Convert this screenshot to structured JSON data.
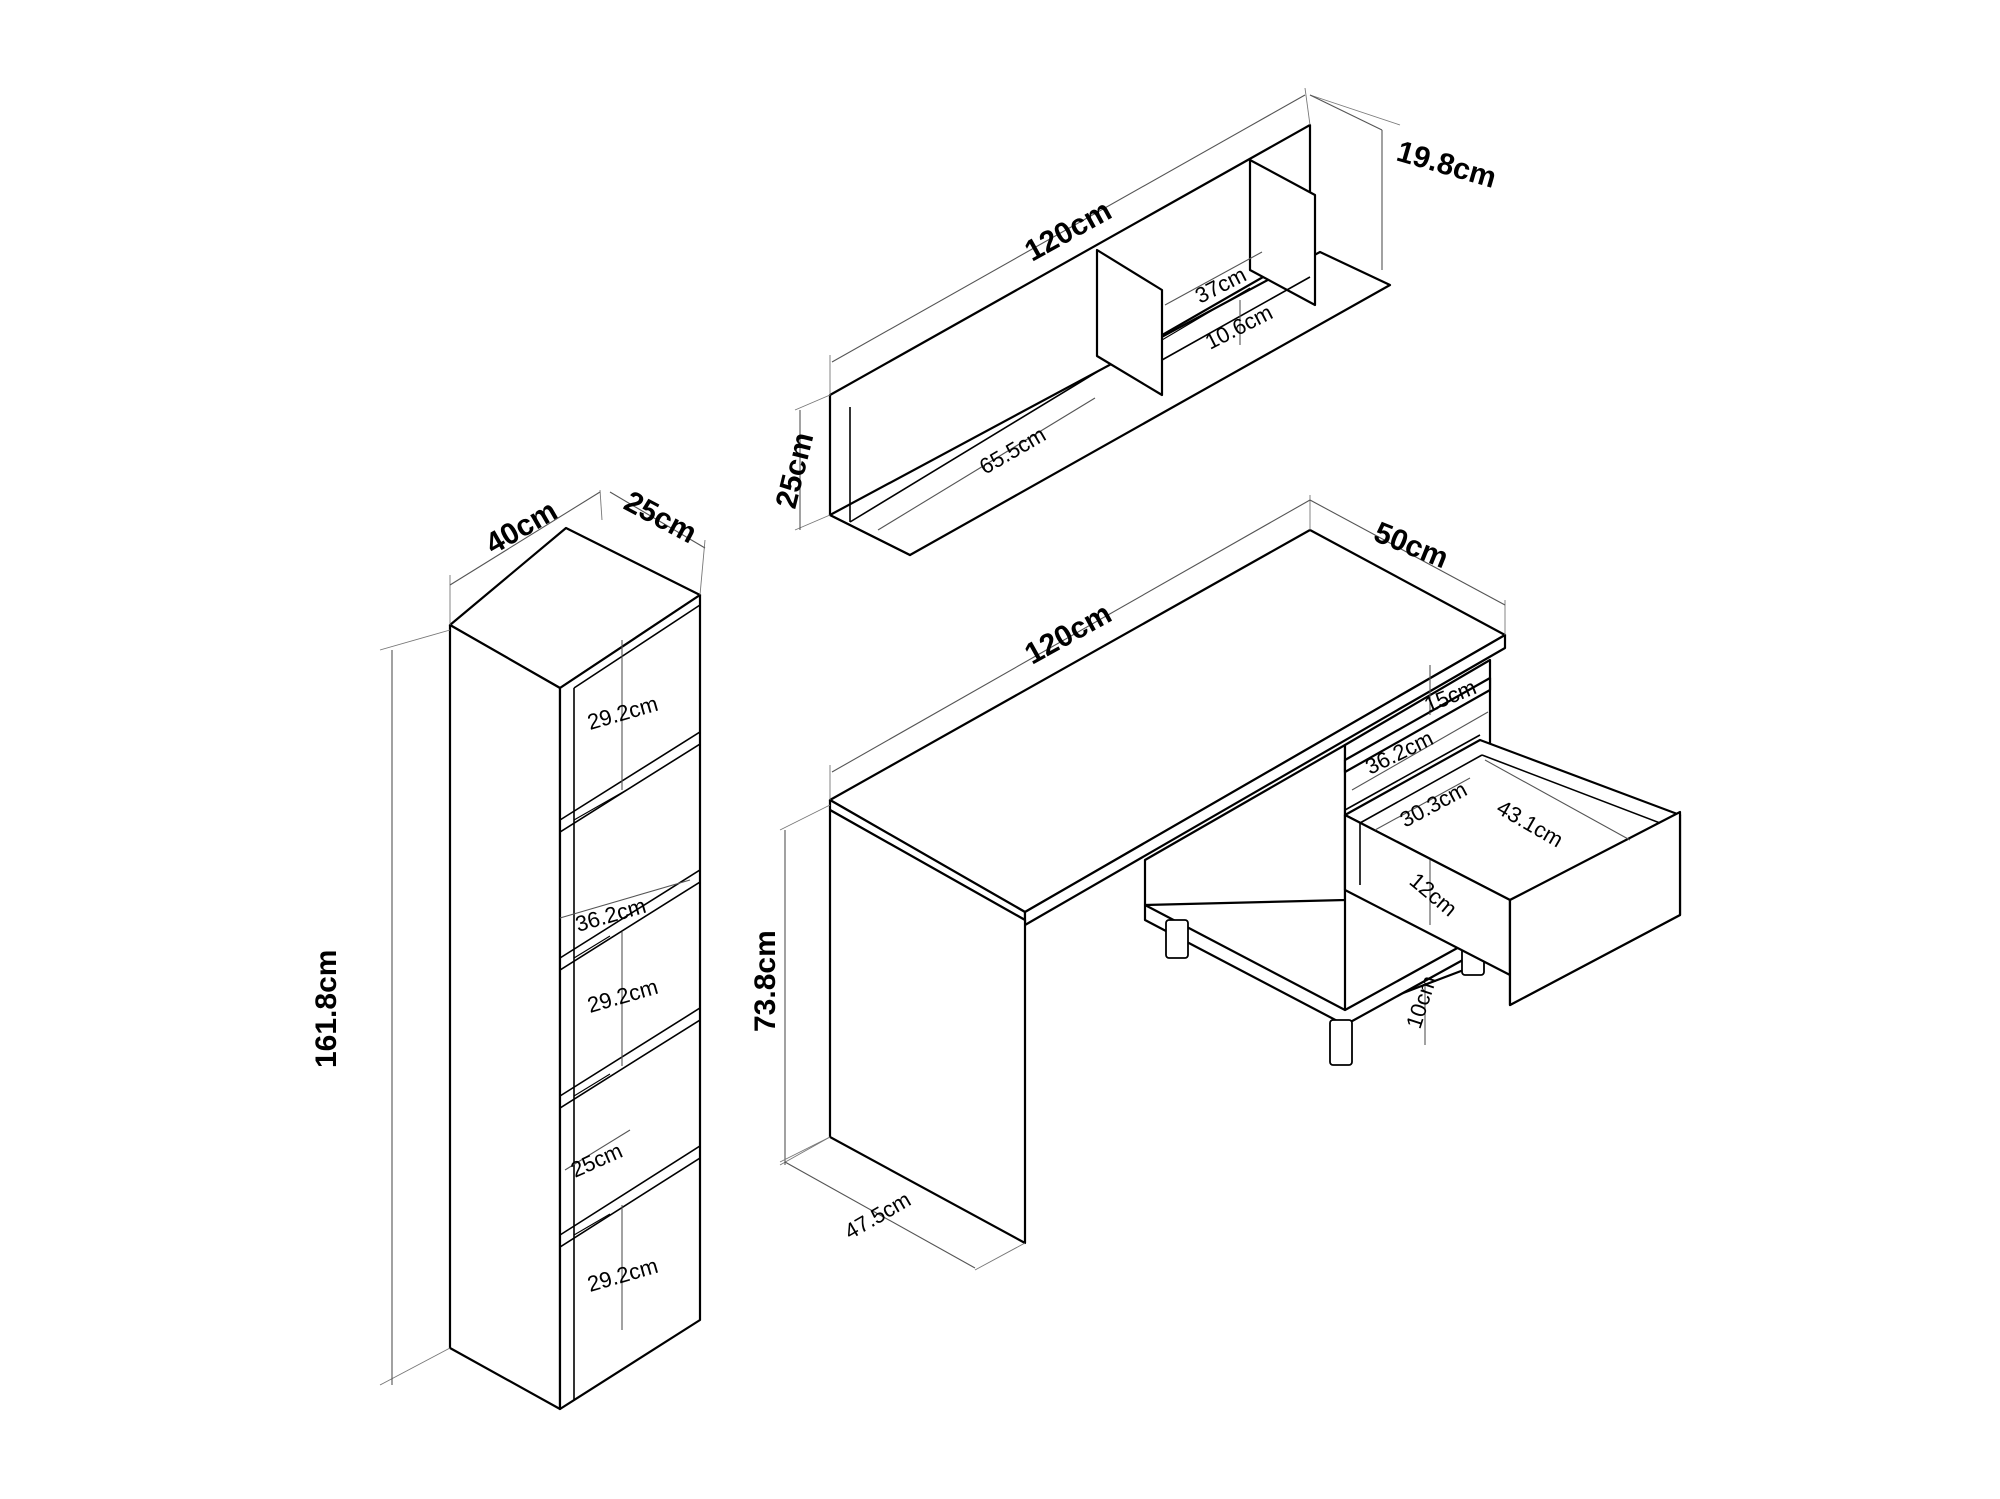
{
  "diagram": {
    "bookcase": {
      "width": "40cm",
      "depth": "25cm",
      "height": "161.8cm",
      "shelf_gap_top": "29.2cm",
      "inner_width": "36.2cm",
      "shelf_gap_middle": "29.2cm",
      "inner_depth": "25cm",
      "shelf_gap_bottom": "29.2cm"
    },
    "wall_shelf": {
      "length": "120cm",
      "depth": "19.8cm",
      "height": "25cm",
      "left_compartment": "65.5cm",
      "right_compartment": "37cm",
      "right_height": "10.6cm"
    },
    "desk": {
      "length": "120cm",
      "depth": "50cm",
      "height": "73.8cm",
      "side_depth": "47.5cm",
      "top_gap": "15cm",
      "inner_width": "36.2cm",
      "drawer_width": "30.3cm",
      "drawer_depth": "43.1cm",
      "drawer_height": "12cm",
      "foot_height": "10cm"
    }
  }
}
